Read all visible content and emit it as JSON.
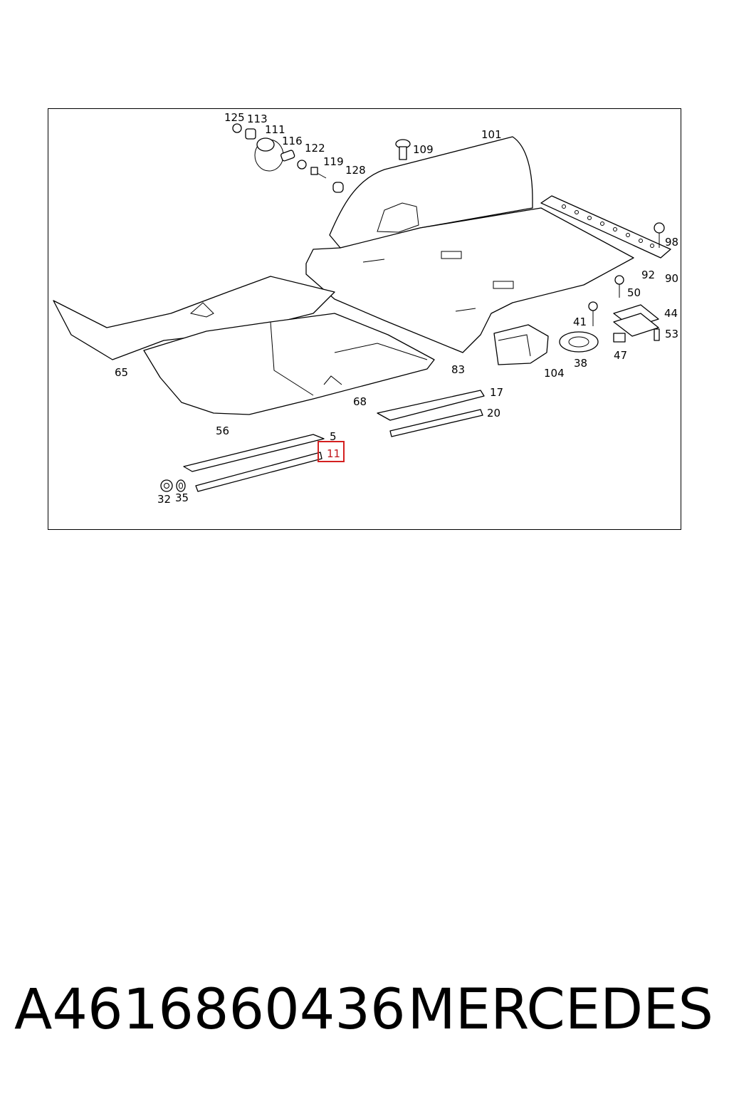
{
  "diagram": {
    "callouts": [
      "125",
      "113",
      "111",
      "116",
      "122",
      "119",
      "128",
      "109",
      "101",
      "98",
      "92",
      "90",
      "50",
      "44",
      "41",
      "53",
      "47",
      "38",
      "104",
      "83",
      "65",
      "68",
      "17",
      "20",
      "56",
      "5",
      "11",
      "32",
      "35"
    ],
    "highlighted_callout": "11",
    "highlight_color": "#d42020"
  },
  "caption": {
    "part_number": "A4616860436",
    "brand": "MERCEDES"
  }
}
